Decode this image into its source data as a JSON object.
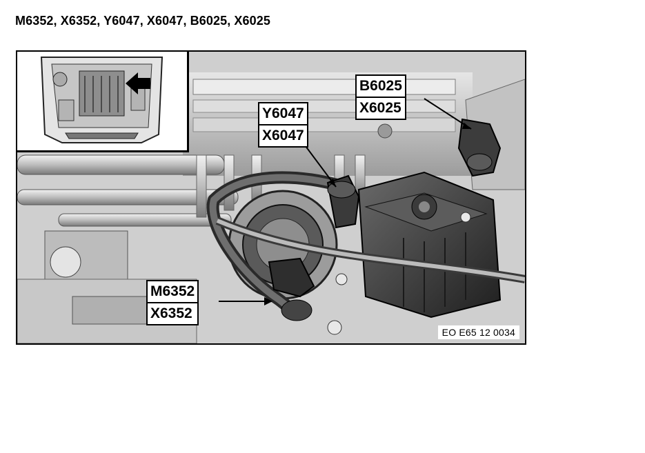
{
  "document": {
    "title": "M6352, X6352, Y6047, X6047, B6025, X6025"
  },
  "figure": {
    "code": "EO E65 12 0034",
    "inset": {
      "icon": "arrow-left-icon"
    },
    "labels": {
      "b6025": {
        "line1": "B6025",
        "line2": "X6025"
      },
      "y6047": {
        "line1": "Y6047",
        "line2": "X6047"
      },
      "m6352": {
        "line1": "M6352",
        "line2": "X6352"
      }
    }
  }
}
